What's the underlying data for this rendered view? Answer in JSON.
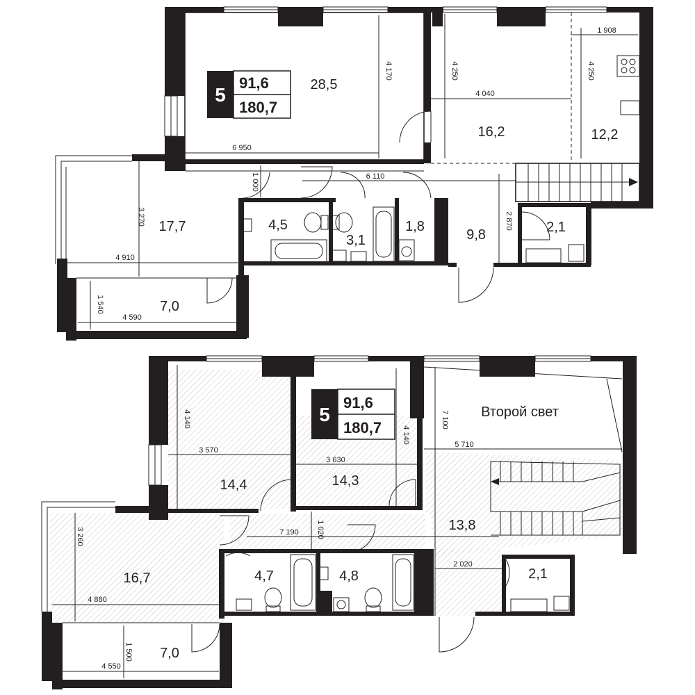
{
  "upper": {
    "badge": {
      "rooms": "5",
      "living_area": "91,6",
      "total_area": "180,7"
    },
    "rooms": {
      "living": "28,5",
      "kitchen": "16,2",
      "kitchen_zone": "12,2",
      "loggia": "17,7",
      "balcony": "7,0",
      "bath1": "4,5",
      "wc": "3,1",
      "laundry": "1,8",
      "hall": "9,8",
      "closet": "2,1"
    },
    "dims": {
      "d4170": "4 170",
      "d6950": "6 950",
      "d4250a": "4 250",
      "d4040": "4 040",
      "d1908": "1 908",
      "d4250b": "4 250",
      "d6110": "6 110",
      "d1000": "1 000",
      "d3270": "3 270",
      "d4910": "4 910",
      "d2870": "2 870",
      "d1540": "1 540",
      "d4590": "4 590"
    }
  },
  "lower": {
    "badge": {
      "rooms": "5",
      "living_area": "91,6",
      "total_area": "180,7"
    },
    "label_void": "Второй свет",
    "rooms": {
      "bedroom1": "14,4",
      "bedroom2": "14,3",
      "hall": "13,8",
      "bedroom3": "16,7",
      "bath1": "4,7",
      "bath2": "4,8",
      "closet": "2,1",
      "balcony": "7,0"
    },
    "dims": {
      "d4140a": "4 140",
      "d3570": "3 570",
      "d3630": "3 630",
      "d4140b": "4 140",
      "d7100": "7 100",
      "d5710": "5 710",
      "d1020": "1 020",
      "d7190": "7 190",
      "d3260": "3 260",
      "d4880": "4 880",
      "d2020": "2 020",
      "d1500": "1 500",
      "d4550": "4 550"
    }
  }
}
